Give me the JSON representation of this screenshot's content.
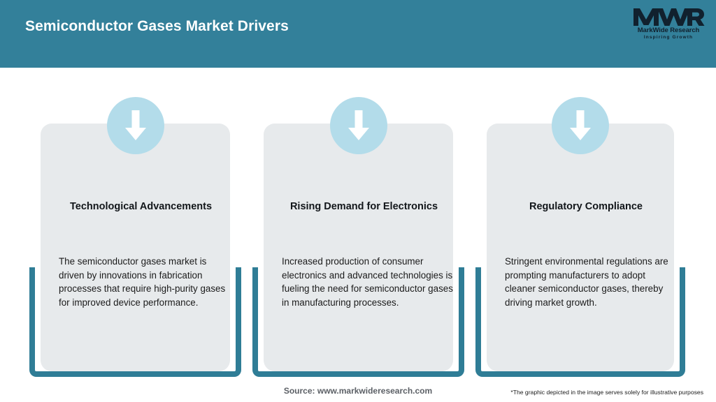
{
  "header": {
    "title": "Semiconductor Gases Market Drivers",
    "background_color": "#33809A",
    "title_color": "#FFFFFF"
  },
  "logo": {
    "mark": "MWR",
    "name": "MarkWide Research",
    "tagline": "Inspiring Growth",
    "color": "#11212E"
  },
  "theme": {
    "accent_teal": "#2F7D96",
    "card_gray": "#E7EAEC",
    "icon_circle_blue": "#B3DCEA",
    "arrow_white": "#FFFFFF"
  },
  "cards": [
    {
      "icon": "arrow-down-icon",
      "heading": "Technological Advancements",
      "body": "The semiconductor gases market is driven by innovations in fabrication processes that require high-purity gases for improved device performance."
    },
    {
      "icon": "arrow-down-icon",
      "heading": "Rising Demand for Electronics",
      "body": "Increased production of consumer electronics and advanced technologies is fueling the need for semiconductor gases in manufacturing processes."
    },
    {
      "icon": "arrow-down-icon",
      "heading": "Regulatory Compliance",
      "body": "Stringent environmental regulations are prompting manufacturers to adopt cleaner semiconductor gases, thereby driving market growth."
    }
  ],
  "footer": {
    "source": "Source: www.markwideresearch.com",
    "disclaimer": "*The graphic depicted in the image serves solely for illustrative purposes"
  }
}
